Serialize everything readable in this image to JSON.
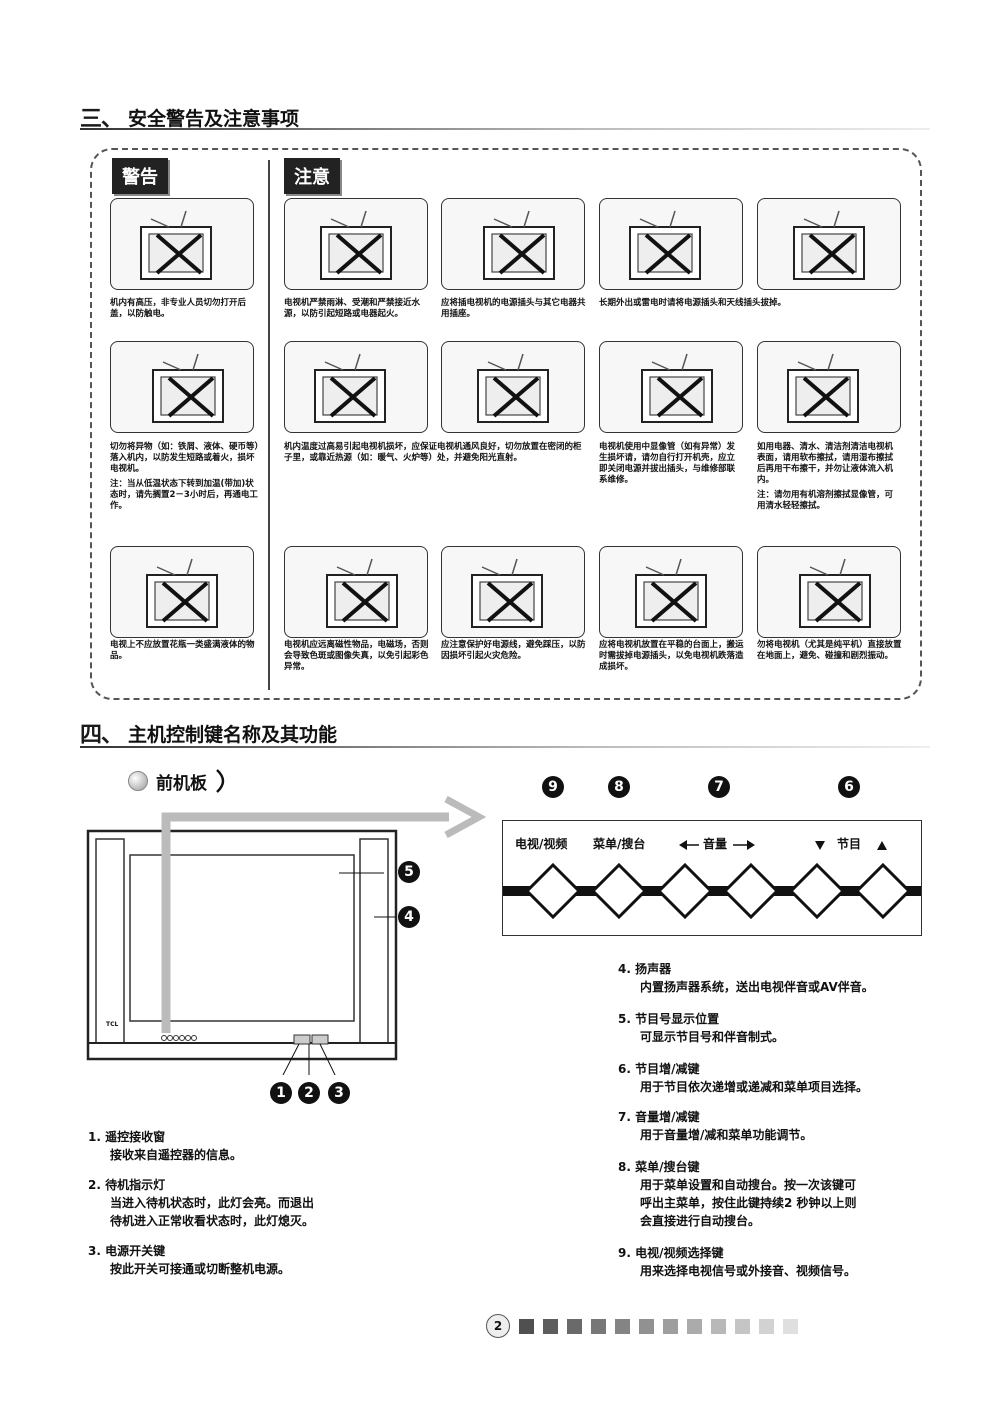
{
  "section3": {
    "num": "三、",
    "title": "安全警告及注意事项"
  },
  "warning_tag": "警告",
  "caution_tag": "注意",
  "cards": [
    {
      "caption": "机内有高压，非专业人员切勿打开后盖，以防触电。"
    },
    {
      "caption": "电视机严禁雨淋、受潮和严禁接近水源，以防引起短路或电器起火。"
    },
    {
      "caption": "应将插电视机的电源插头与其它电器共用插座。"
    },
    {
      "caption": "长期外出或雷电时请将电源插头和天线插头拔掉。"
    },
    {
      "caption": "切勿将异物（如：铁屑、液体、硬币等）落入机内，以防发生短路或着火，损坏电视机。",
      "note": "注：当从低温状态下转到加温(带加)状态时，请先搁置2－3小时后，再通电工作。"
    },
    {
      "caption": "机内温度过高易引起电视机损坏，应保证电视机通风良好，切勿放置在密闭的柜子里，或靠近热源（如：暖气、火炉等）处，并避免阳光直射。"
    },
    {
      "caption": "电视机使用中显像管（如有异常）发生损坏请，请勿自行打开机壳，应立即关闭电源并拔出插头，与维修部联系维修。"
    },
    {
      "caption": "如用电器、清水、清洁剂清洁电视机表面，请用软布擦拭，请用湿布擦拭后再用干布擦干，并勿让液体流入机内。",
      "note": "注：请勿用有机溶剂擦拭显像管，可用清水轻轻擦拭。"
    },
    {
      "caption": "电视上不应放置花瓶一类盛满液体的物品。"
    },
    {
      "caption": "电视机应远离磁性物品，电磁场，否则会导致色斑或图像失真，以免引起彩色异常。"
    },
    {
      "caption": "应注意保护好电源线，避免踩压，以防因损坏引起火灾危险。"
    },
    {
      "caption": "应将电视机放置在平稳的台面上，搬运时需拔掉电源插头，以免电视机跌落造成损坏。"
    },
    {
      "caption": "勿将电视机（尤其是纯平机）直接放置在地面上，避免、碰撞和剧烈振动。"
    }
  ],
  "section4": {
    "num": "四、",
    "title": "主机控制键名称及其功能"
  },
  "front_panel": "前机板",
  "tv_logo": "TCL",
  "control_labels": {
    "tv_av": "电视/视频",
    "menu": "菜单/搜台",
    "volume": "音量",
    "program": "节目"
  },
  "callouts": [
    "1",
    "2",
    "3",
    "4",
    "5",
    "6",
    "7",
    "8",
    "9"
  ],
  "left_descriptions": [
    {
      "num": "1.",
      "title": "遥控接收窗",
      "body": [
        "接收来自遥控器的信息。"
      ]
    },
    {
      "num": "2.",
      "title": "待机指示灯",
      "body": [
        "当进入待机状态时，此灯会亮。而退出",
        "待机进入正常收看状态时，此灯熄灭。"
      ]
    },
    {
      "num": "3.",
      "title": "电源开关键",
      "body": [
        "按此开关可接通或切断整机电源。"
      ]
    }
  ],
  "right_descriptions": [
    {
      "num": "4.",
      "title": "扬声器",
      "body": [
        "内置扬声器系统，送出电视伴音或AV伴音。"
      ]
    },
    {
      "num": "5.",
      "title": "节目号显示位置",
      "body": [
        "可显示节目号和伴音制式。"
      ]
    },
    {
      "num": "6.",
      "title": "节目增/减键",
      "body": [
        "用于节目依次递增或递减和菜单项目选择。"
      ]
    },
    {
      "num": "7.",
      "title": "音量增/减键",
      "body": [
        "用于音量增/减和菜单功能调节。"
      ]
    },
    {
      "num": "8.",
      "title": "菜单/搜台键",
      "body": [
        "用于菜单设置和自动搜台。按一次该键可",
        "呼出主菜单，按住此键持续2 秒钟以上则",
        "会直接进行自动搜台。"
      ]
    },
    {
      "num": "9.",
      "title": "电视/视频选择键",
      "body": [
        "用来选择电视信号或外接音、视频信号。"
      ]
    }
  ],
  "page_number": "2"
}
